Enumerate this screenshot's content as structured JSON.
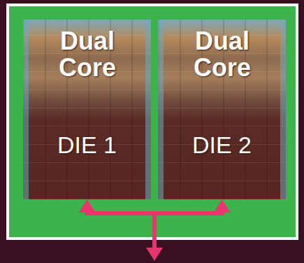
{
  "diagram": {
    "nodes": [
      {
        "text": [
          "Dual Core",
          "DIE 1"
        ]
      },
      {
        "text": [
          "Dual Core",
          "DIE 2"
        ]
      }
    ],
    "edges": [
      {
        "from": 0,
        "to": 1,
        "arrow": "both"
      }
    ]
  }
}
